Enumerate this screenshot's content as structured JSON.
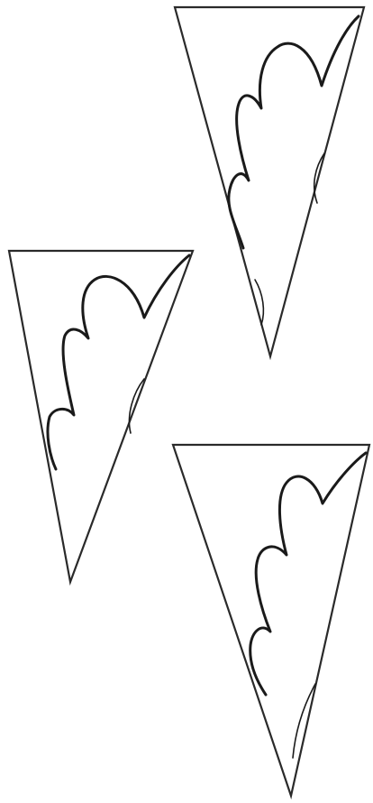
{
  "colors": {
    "background": "#ffffff",
    "outline": "#2a2a2a",
    "cut_line": "#1a1a1a"
  },
  "templates": [
    {
      "id": "top-right",
      "shape": "inverted-triangle",
      "pattern": "wavy-lobes"
    },
    {
      "id": "middle-left",
      "shape": "inverted-triangle",
      "pattern": "wavy-lobes"
    },
    {
      "id": "bottom-right",
      "shape": "inverted-triangle",
      "pattern": "wavy-lobes"
    }
  ]
}
